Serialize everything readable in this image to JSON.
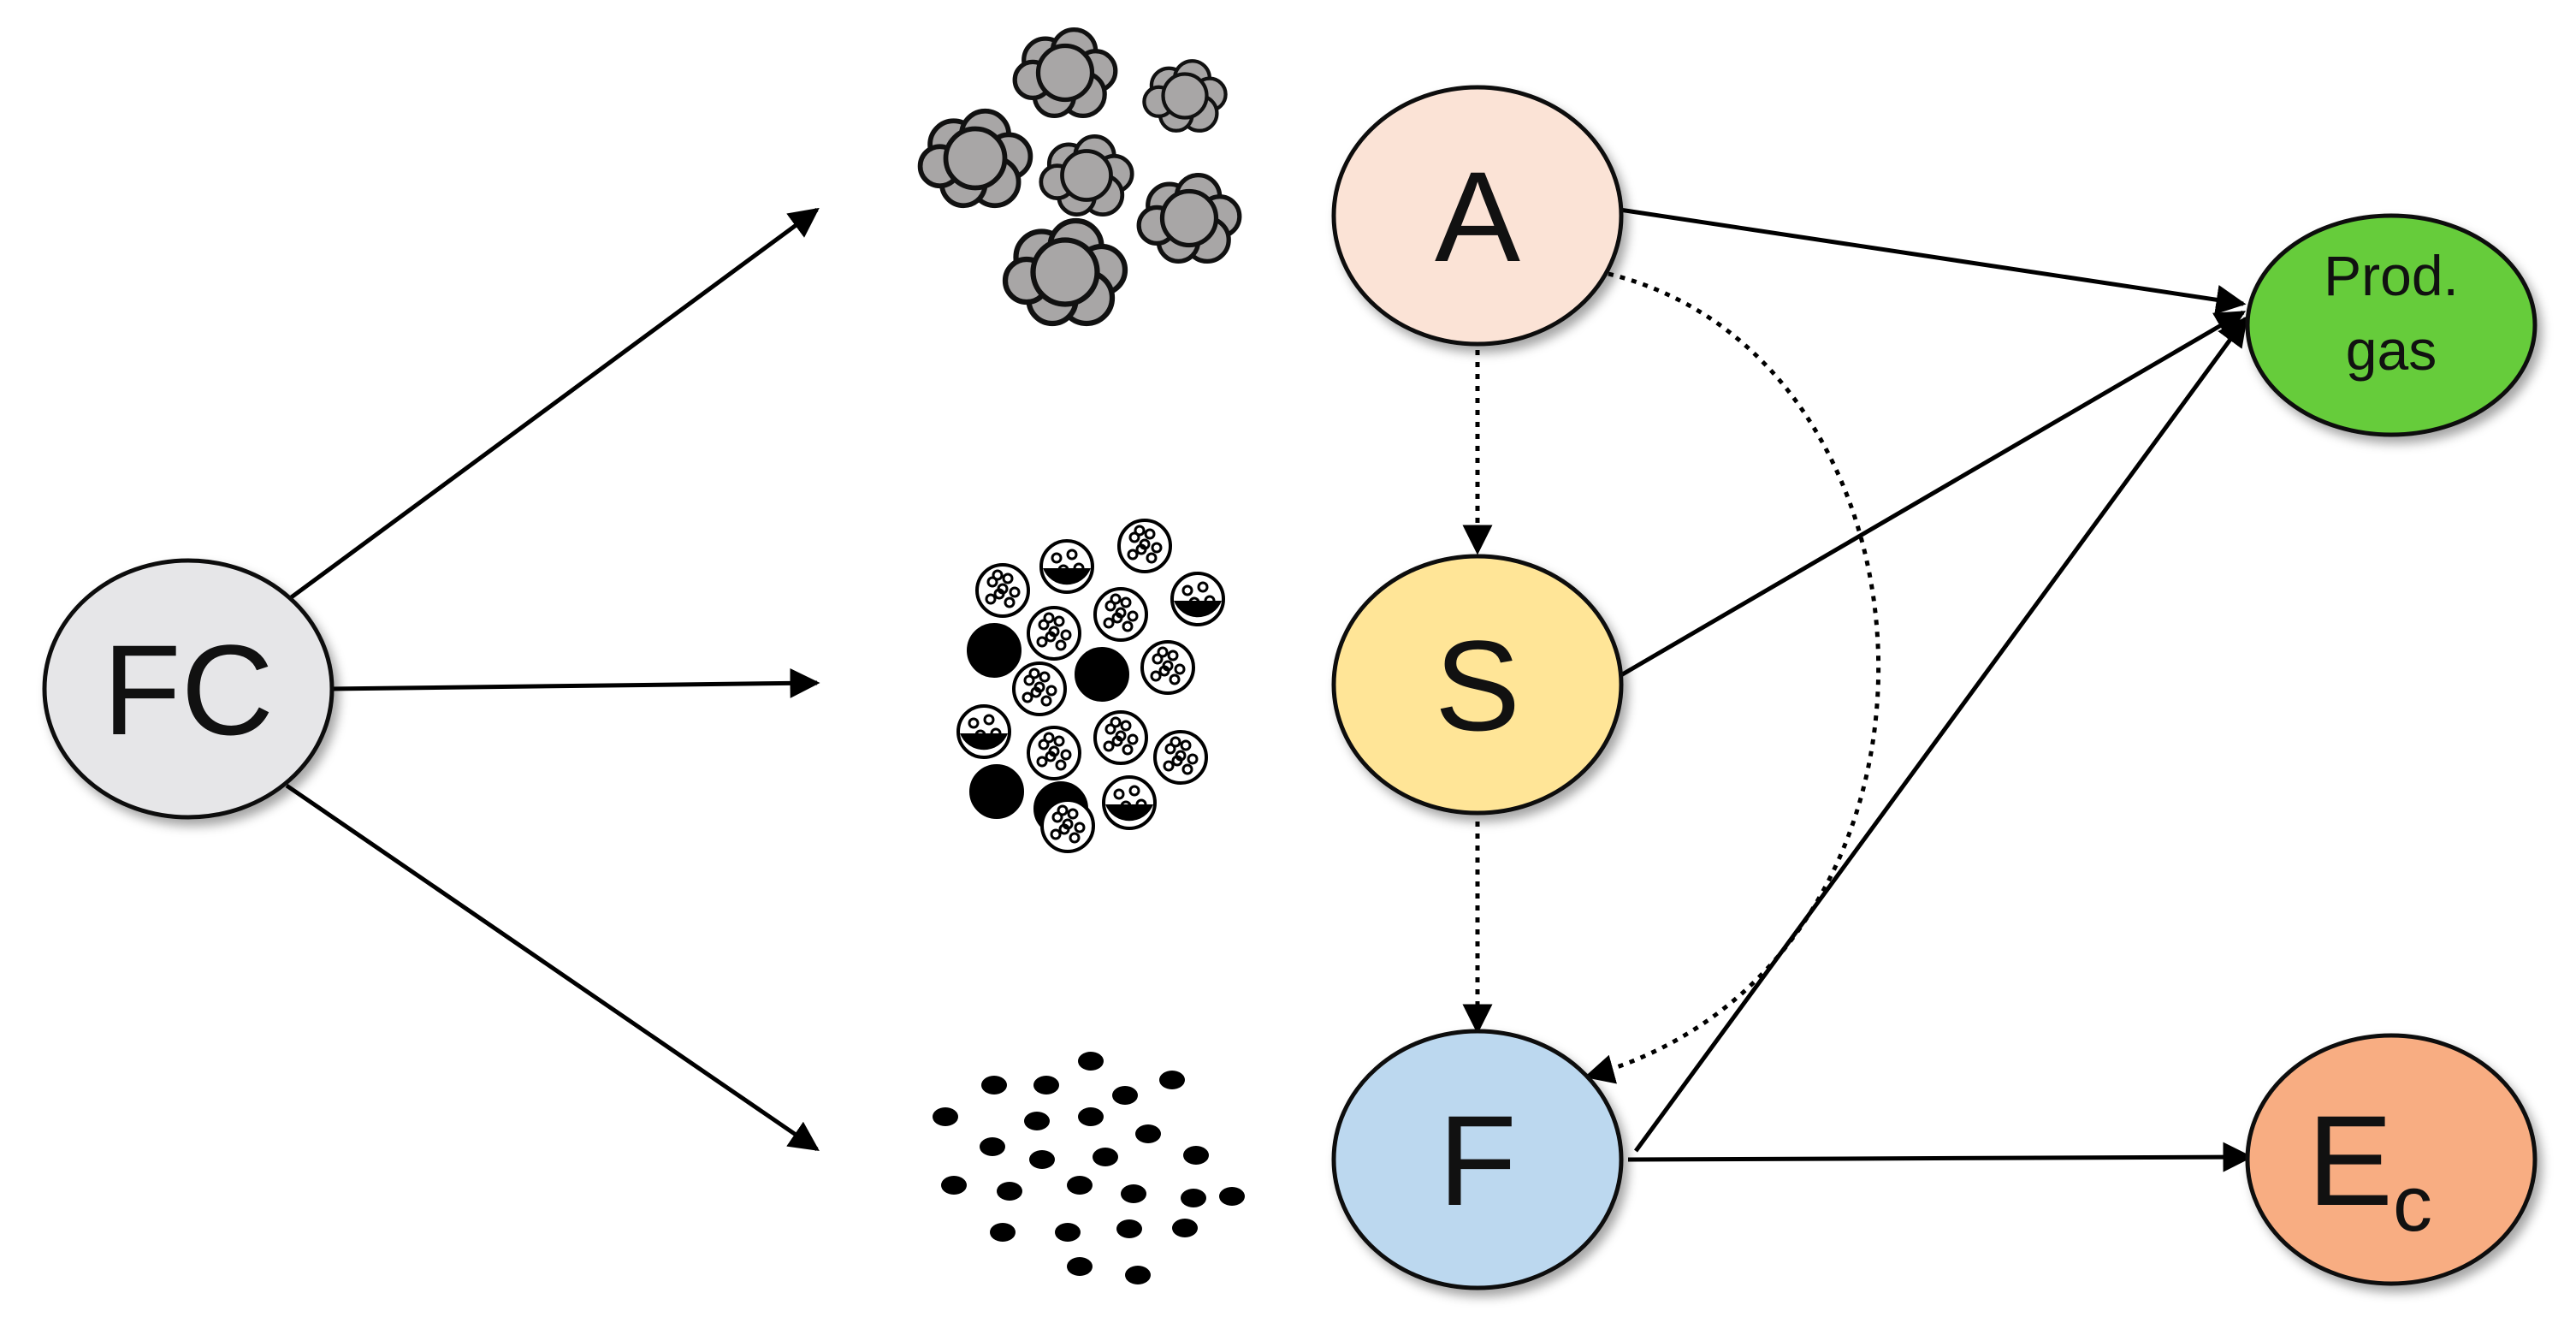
{
  "nodes": {
    "fc": {
      "label": "FC",
      "color": "#e6e6e8"
    },
    "a": {
      "label": "A",
      "color": "#fbe3d6"
    },
    "s": {
      "label": "S",
      "color": "#ffe597"
    },
    "f": {
      "label": "F",
      "color": "#bcd8ef"
    },
    "prod": {
      "line1": "Prod.",
      "line2": "gas",
      "color": "#66cc3a"
    },
    "ec": {
      "main": "E",
      "sub": "c",
      "color": "#f8ad82"
    }
  },
  "icons": {
    "top": "gray-aggregate-particles-icon",
    "middle": "mixed-porous-particles-icon",
    "bottom": "fine-black-dots-icon"
  }
}
